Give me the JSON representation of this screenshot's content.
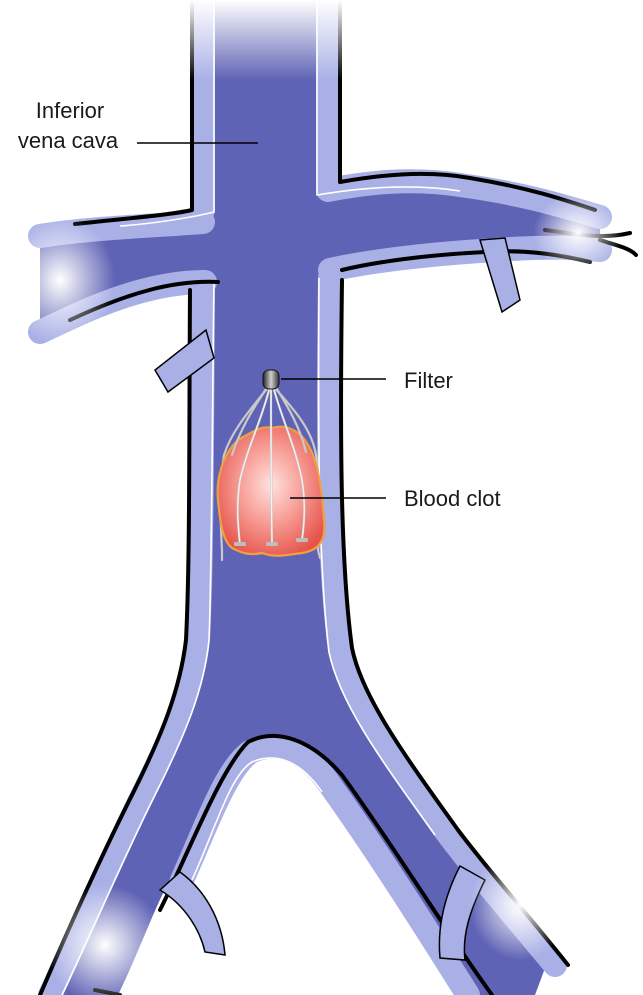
{
  "labels": {
    "vena_cava": [
      "Inferior",
      "vena cava"
    ],
    "filter": "Filter",
    "blood_clot": "Blood clot"
  },
  "colors": {
    "vein_lumen": "#5f63b5",
    "vein_wall": "#a9b0e6",
    "outline": "#000000",
    "clot_center": "#ffd6d2",
    "clot_edge": "#e2554c",
    "clot_rim": "#f0a040",
    "filter_wire": "#c9c9c9"
  }
}
